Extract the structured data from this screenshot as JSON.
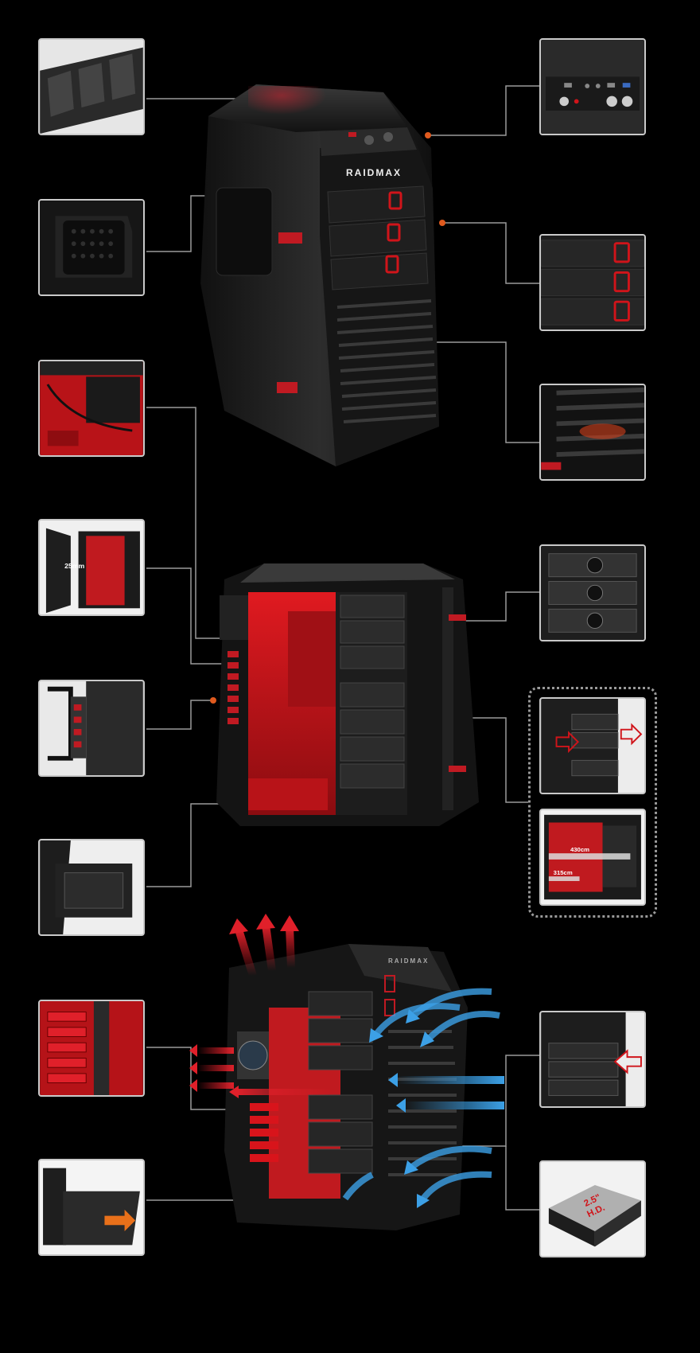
{
  "brand": "RAIDMAX",
  "measures": {
    "clearance_side": "25mm",
    "gpu_length": "430cm",
    "cpu_cooler": "315cm",
    "hdd_tray_label_line1": "2.5\"",
    "hdd_tray_label_line2": "H.D."
  },
  "colors": {
    "background": "#000000",
    "accent_red": "#d0141a",
    "frame": "#c9c9c9",
    "connector": "#9a9a9a",
    "dot": "#e05a1e",
    "airflow_in": "#3ca0e6",
    "airflow_out": "#e0202a"
  },
  "icons": [
    "top-vent-thumb",
    "side-fan-thumb",
    "front-io-thumb",
    "bay-latch-thumb",
    "front-mesh-thumb"
  ]
}
